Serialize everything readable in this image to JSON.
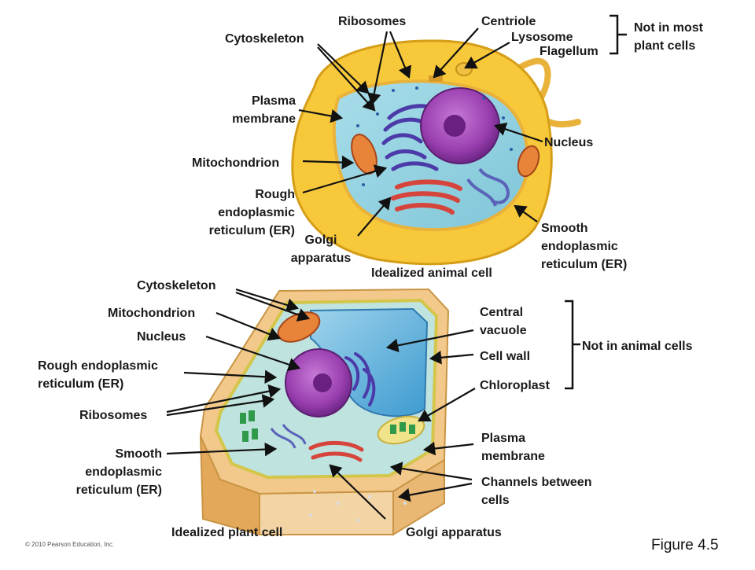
{
  "animal": {
    "title": "Idealized animal cell",
    "labels": {
      "ribosomes": "Ribosomes",
      "centriole": "Centriole",
      "cytoskeleton": "Cytoskeleton",
      "lysosome": "Lysosome",
      "flagellum": "Flagellum",
      "not_in_plant": "Not in most\nplant cells",
      "plasma_membrane": "Plasma\nmembrane",
      "nucleus": "Nucleus",
      "mitochondrion": "Mitochondrion",
      "rough_er": "Rough\nendoplasmic\nreticulum (ER)",
      "smooth_er": "Smooth\nendoplasmic\nreticulum (ER)",
      "golgi": "Golgi\napparatus"
    }
  },
  "plant": {
    "title": "Idealized plant cell",
    "labels": {
      "cytoskeleton": "Cytoskeleton",
      "mitochondrion": "Mitochondrion",
      "nucleus": "Nucleus",
      "rough_er": "Rough endoplasmic\nreticulum (ER)",
      "ribosomes": "Ribosomes",
      "smooth_er": "Smooth\nendoplasmic\nreticulum (ER)",
      "central_vacuole": "Central\nvacuole",
      "cell_wall": "Cell wall",
      "chloroplast": "Chloroplast",
      "not_in_animal": "Not in animal cells",
      "plasma_membrane": "Plasma\nmembrane",
      "channels": "Channels between\ncells",
      "golgi": "Golgi apparatus"
    }
  },
  "footer": {
    "copyright": "© 2010 Pearson Education, Inc.",
    "figure": "Figure 4.5"
  }
}
